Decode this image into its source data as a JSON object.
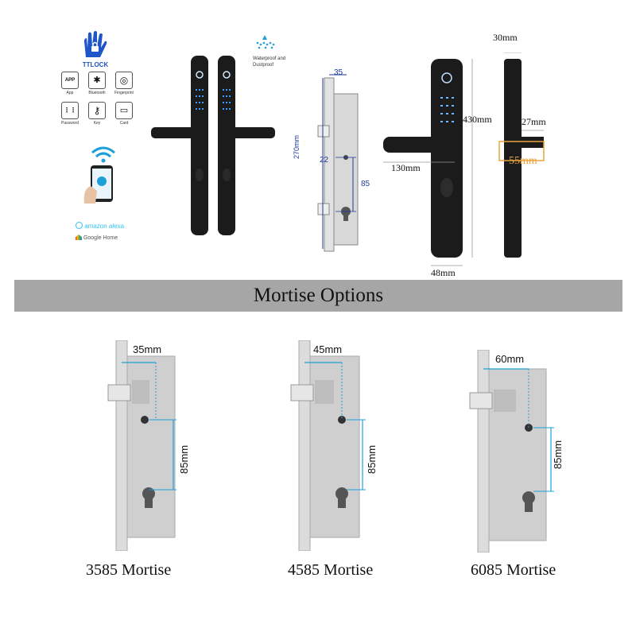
{
  "brand": {
    "name": "TTLOCK",
    "features": [
      {
        "label": "App",
        "icon": "app-icon",
        "glyph": "APP"
      },
      {
        "label": "Bluetooth",
        "icon": "bluetooth-icon",
        "glyph": "✱"
      },
      {
        "label": "Fingerprint",
        "icon": "fingerprint-icon",
        "glyph": "◎"
      },
      {
        "label": "Password",
        "icon": "keypad-icon",
        "glyph": "⋮⋮"
      },
      {
        "label": "Key",
        "icon": "key-icon",
        "glyph": "⚷"
      },
      {
        "label": "Card",
        "icon": "card-icon",
        "glyph": "▭"
      }
    ],
    "assistants": [
      "amazon alexa",
      "Google Home"
    ],
    "waterproof": "Waterproof and Dustproof"
  },
  "dimensions": {
    "mortise_width": "35",
    "mortise_length": "270mm",
    "mortise_offset": "22",
    "mortise_center": "85",
    "lock_height": "430mm",
    "lock_thickness": "30mm",
    "handle_offset": "27mm",
    "handle_depth": "55mm",
    "handle_length": "130mm",
    "lock_width": "48mm"
  },
  "section_title": "Mortise Options",
  "mortise_options": [
    {
      "backset": "35mm",
      "center": "85mm",
      "caption": "3585 Mortise"
    },
    {
      "backset": "45mm",
      "center": "85mm",
      "caption": "4585 Mortise"
    },
    {
      "backset": "60mm",
      "center": "85mm",
      "caption": "6085 Mortise"
    }
  ],
  "colors": {
    "banner": "#a6a6a6",
    "dimension_line": "#1e9fd9",
    "lock_body": "#1b1b1b",
    "steel": "#d4d4d4"
  }
}
